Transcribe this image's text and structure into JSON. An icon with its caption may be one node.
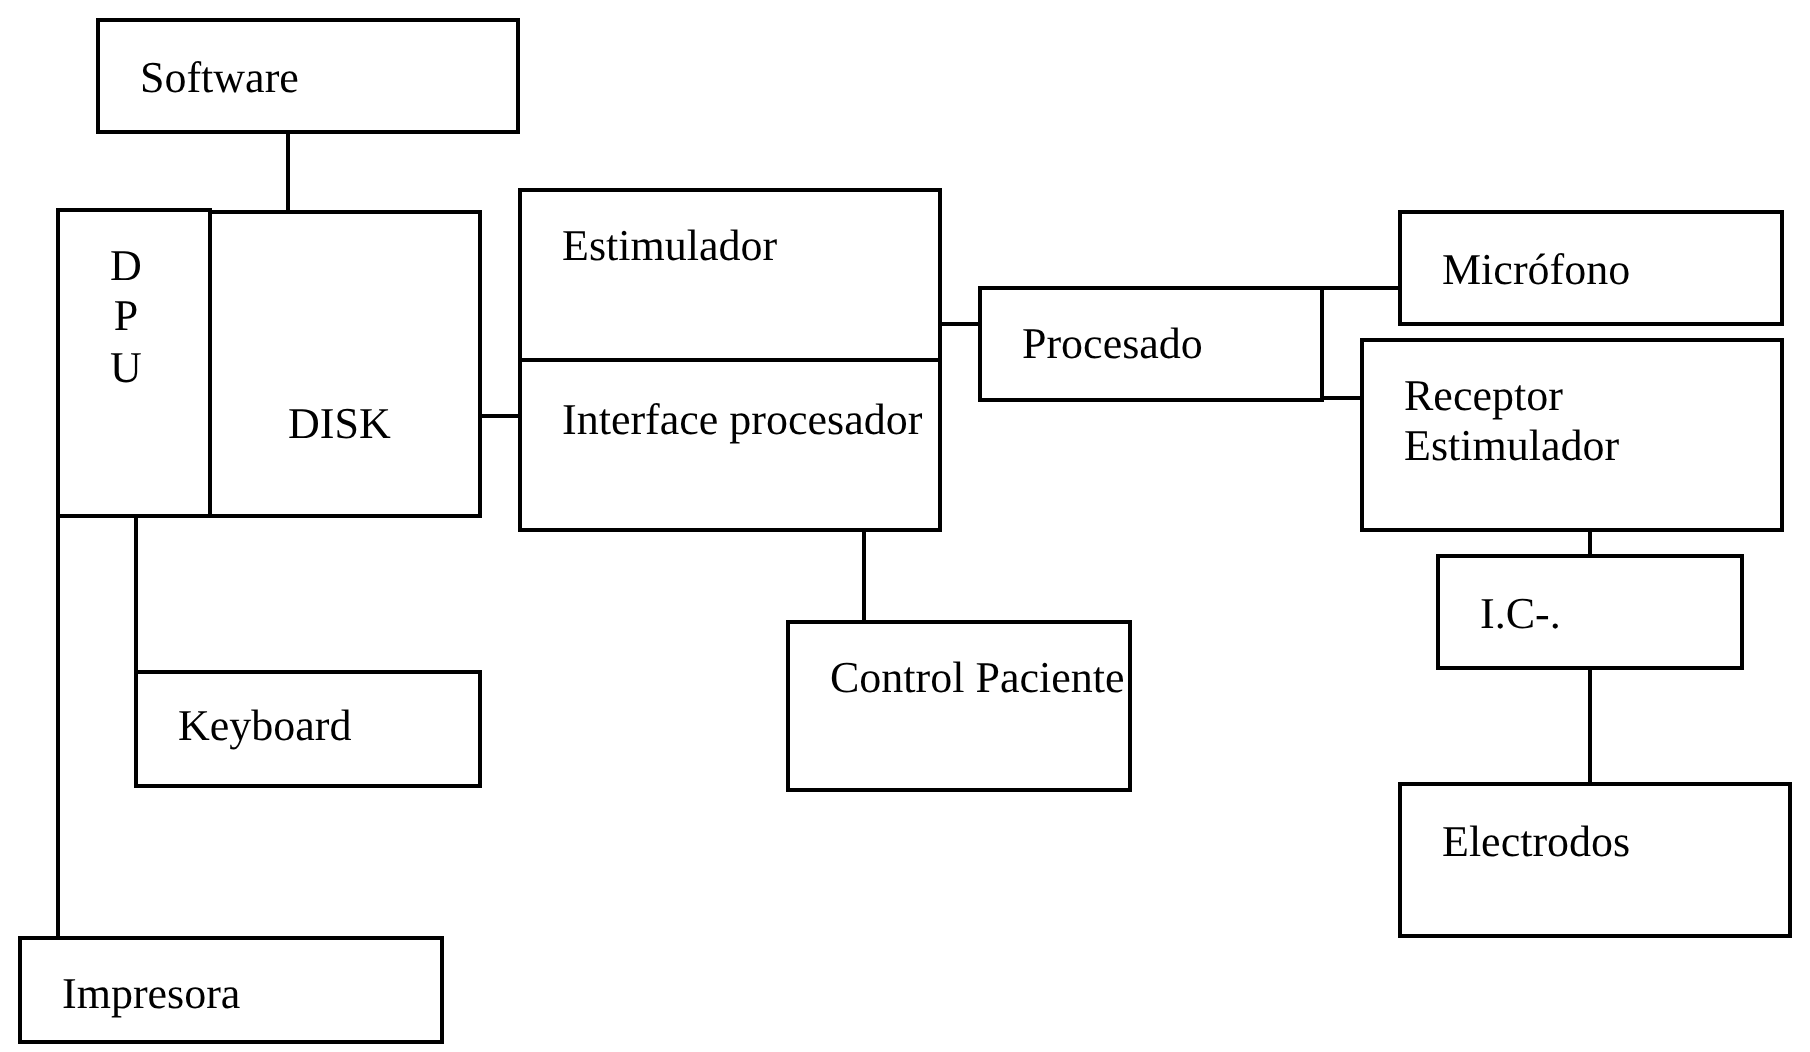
{
  "diagram": {
    "nodes": [
      {
        "text": [
          "Software"
        ]
      },
      {
        "text": [
          "DPU"
        ]
      },
      {
        "text": [
          "DISK"
        ]
      },
      {
        "text": [
          "Estimulador"
        ]
      },
      {
        "text": [
          "Interface procesador"
        ]
      },
      {
        "text": [
          "Procesado"
        ]
      },
      {
        "text": [
          "Micrófono"
        ]
      },
      {
        "text": [
          "Receptor Estimulador"
        ]
      },
      {
        "text": [
          "I.C-."
        ]
      },
      {
        "text": [
          "Control Paciente"
        ]
      },
      {
        "text": [
          "Keyboard"
        ]
      },
      {
        "text": [
          "Electrodos"
        ]
      },
      {
        "text": [
          "Impresora"
        ]
      }
    ],
    "edges": [
      {
        "from": 0,
        "to": 2,
        "arrow": "none"
      },
      {
        "from": 2,
        "to": 4,
        "arrow": "none"
      },
      {
        "from": 3,
        "to": 5,
        "arrow": "none"
      },
      {
        "from": 5,
        "to": 6,
        "arrow": "none"
      },
      {
        "from": 5,
        "to": 7,
        "arrow": "none"
      },
      {
        "from": 7,
        "to": 8,
        "arrow": "none"
      },
      {
        "from": 8,
        "to": 11,
        "arrow": "none"
      },
      {
        "from": 4,
        "to": 9,
        "arrow": "none"
      },
      {
        "from": 1,
        "to": 10,
        "arrow": "none"
      },
      {
        "from": 1,
        "to": 12,
        "arrow": "none"
      }
    ]
  }
}
